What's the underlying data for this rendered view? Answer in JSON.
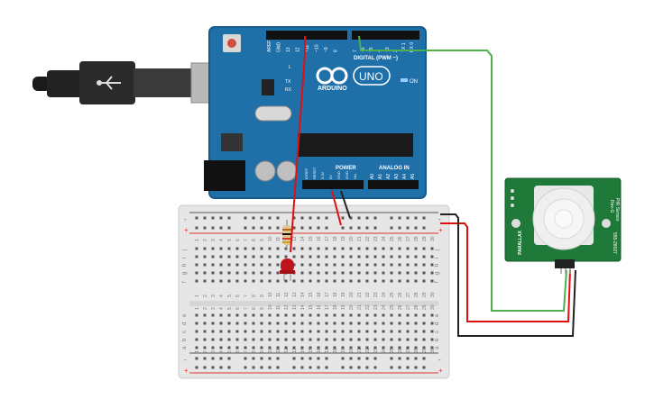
{
  "arduino": {
    "brand": "ARDUINO",
    "model": "UNO",
    "digital_label": "DIGITAL (PWM ~)",
    "analog_label": "ANALOG IN",
    "power_label": "POWER",
    "on_label": "ON",
    "led_l": "L",
    "led_tx": "TX",
    "led_rx": "RX",
    "top_pins": [
      "AREF",
      "GND",
      "13",
      "12",
      "~11",
      "~10",
      "~9",
      "8",
      "7",
      "~6",
      "~5",
      "4",
      "~3",
      "2",
      "TX 1",
      "RX 0"
    ],
    "power_pins": [
      "IOREF",
      "RESET",
      "3.3V",
      "5V",
      "GND",
      "GND",
      "Vin"
    ],
    "analog_pins": [
      "A0",
      "A1",
      "A2",
      "A3",
      "A4",
      "A5"
    ]
  },
  "pir_sensor": {
    "title": "PIR Sensor",
    "subtitle": "Rev-G",
    "part_number": "555-28027",
    "brand": "PARALLAX"
  },
  "breadboard": {
    "column_numbers": [
      "1",
      "2",
      "3",
      "4",
      "5",
      "6",
      "7",
      "8",
      "9",
      "10",
      "11",
      "12",
      "13",
      "14",
      "15",
      "16",
      "17",
      "18",
      "19",
      "20",
      "21",
      "22",
      "23",
      "24",
      "25",
      "26",
      "27",
      "28",
      "29",
      "30"
    ],
    "rows_top": [
      "j",
      "i",
      "h",
      "g",
      "f"
    ],
    "rows_bottom": [
      "e",
      "d",
      "c",
      "b",
      "a"
    ],
    "plus": "+",
    "minus": "-"
  },
  "colors": {
    "board_blue": "#1f6fa8",
    "wire_red": "#e01010",
    "wire_green": "#4caf50",
    "wire_black": "#222222",
    "pir_green": "#1f7a3a"
  }
}
